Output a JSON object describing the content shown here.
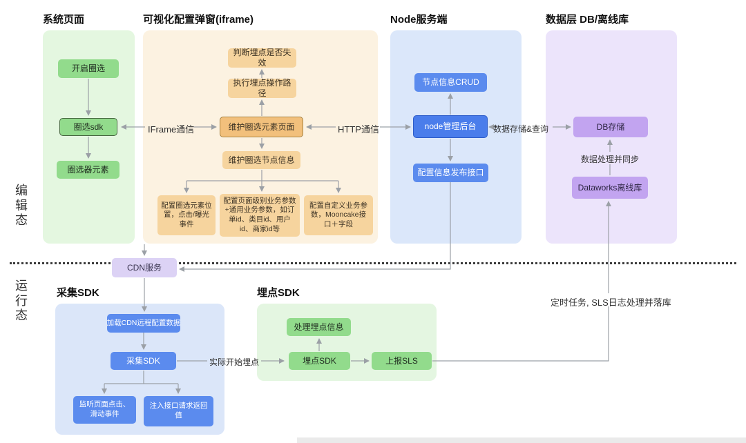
{
  "sections": {
    "edit": "编辑态",
    "runtime": "运行态"
  },
  "panels": {
    "system_page": {
      "title": "系统页面",
      "nodes": {
        "open_select": "开启圈选",
        "select_sdk": "圈选sdk",
        "selector_element": "圈选器元素"
      }
    },
    "iframe_popup": {
      "title": "可视化配置弹窗(iframe)",
      "nodes": {
        "check_invalid": "判断埋点是否失效",
        "exec_path": "执行埋点操作路径",
        "maintain_element_page": "维护圈选元素页面",
        "maintain_node_info": "维护圈选节点信息",
        "config_position": "配置圈选元素位置，点击/曝光事件",
        "config_page_params": "配置页面级别业务参数+通用业务参数，如订单id、类目id、用户id、商家id等",
        "config_custom_params": "配置自定义业务参数，Mooncake接口＋字段"
      }
    },
    "node_server": {
      "title": "Node服务端",
      "nodes": {
        "crud": "节点信息CRUD",
        "admin": "node管理后台",
        "publish_api": "配置信息发布接口"
      }
    },
    "data_layer": {
      "title": "数据层 DB/离线库",
      "nodes": {
        "db": "DB存储",
        "dataworks": "Dataworks离线库"
      },
      "process_sync_label": "数据处理并同步"
    },
    "collect_sdk": {
      "title": "采集SDK",
      "nodes": {
        "load_cdn": "加载CDN远程配置数据",
        "collect": "采集SDK",
        "listen_events": "监听页面点击、滑动事件",
        "inject_api": "注入接口请求返回值"
      }
    },
    "track_sdk": {
      "title": "埋点SDK",
      "nodes": {
        "process_info": "处理埋点信息",
        "track": "埋点SDK",
        "report_sls": "上报SLS"
      }
    }
  },
  "connectors": {
    "cdn": "CDN服务",
    "iframe_comm": "IFrame通信",
    "http_comm": "HTTP通信",
    "storage_query": "数据存储&查询",
    "actual_start": "实际开始埋点",
    "scheduled_task": "定时任务, SLS日志处理并落库"
  },
  "colors": {
    "panel_green": "#E4F7E0",
    "panel_orange": "#FCF2E1",
    "panel_blue": "#DBE7FA",
    "panel_purple": "#ECE4FB",
    "node_green": "#92DB8C",
    "node_orange": "#F6D49E",
    "node_blue": "#5B8BEE",
    "node_purple": "#C2A4F0",
    "node_cdn": "#DCD2F5",
    "wire": "#9BA0A6"
  }
}
